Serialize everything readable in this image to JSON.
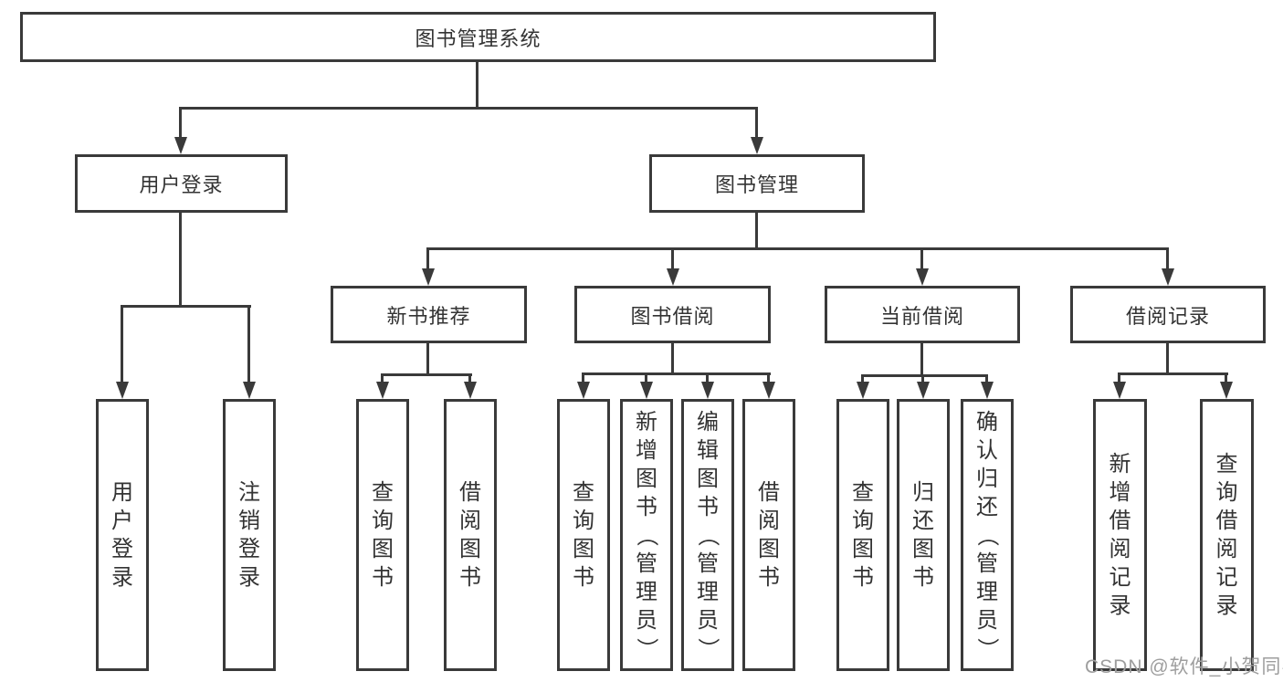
{
  "colors": {
    "line": "#3a3a3a",
    "text": "#333333",
    "watermark": "#9e9e9e",
    "background": "#ffffff"
  },
  "diagram": {
    "type": "hierarchy",
    "root": {
      "id": "library-management-system",
      "label": "图书管理系统"
    },
    "level2": [
      {
        "id": "user-login",
        "label": "用户登录",
        "parent": "library-management-system"
      },
      {
        "id": "book-management",
        "label": "图书管理",
        "parent": "library-management-system"
      }
    ],
    "level3": [
      {
        "id": "new-book-recommendation",
        "label": "新书推荐",
        "parent": "book-management"
      },
      {
        "id": "book-borrowing",
        "label": "图书借阅",
        "parent": "book-management"
      },
      {
        "id": "current-borrowing",
        "label": "当前借阅",
        "parent": "book-management"
      },
      {
        "id": "borrowing-records",
        "label": "借阅记录",
        "parent": "book-management"
      }
    ],
    "leaves": [
      {
        "id": "user-login-leaf",
        "label": "用户登录",
        "parent": "user-login"
      },
      {
        "id": "logout",
        "label": "注销登录",
        "parent": "user-login"
      },
      {
        "id": "query-books-1",
        "label": "查询图书",
        "parent": "new-book-recommendation"
      },
      {
        "id": "borrow-books-1",
        "label": "借阅图书",
        "parent": "new-book-recommendation"
      },
      {
        "id": "query-books-2",
        "label": "查询图书",
        "parent": "book-borrowing"
      },
      {
        "id": "add-books-admin",
        "label": "新增图书（管理员）",
        "parent": "book-borrowing"
      },
      {
        "id": "edit-books-admin",
        "label": "编辑图书（管理员）",
        "parent": "book-borrowing"
      },
      {
        "id": "borrow-books-2",
        "label": "借阅图书",
        "parent": "book-borrowing"
      },
      {
        "id": "query-books-3",
        "label": "查询图书",
        "parent": "current-borrowing"
      },
      {
        "id": "return-books",
        "label": "归还图书",
        "parent": "current-borrowing"
      },
      {
        "id": "confirm-return-admin",
        "label": "确认归还（管理员）",
        "parent": "current-borrowing"
      },
      {
        "id": "add-borrow-record",
        "label": "新增借阅记录",
        "parent": "borrowing-records"
      },
      {
        "id": "query-borrow-record",
        "label": "查询借阅记录",
        "parent": "borrowing-records"
      }
    ]
  },
  "watermark": {
    "text": "CSDN @软件_小贺同学"
  }
}
